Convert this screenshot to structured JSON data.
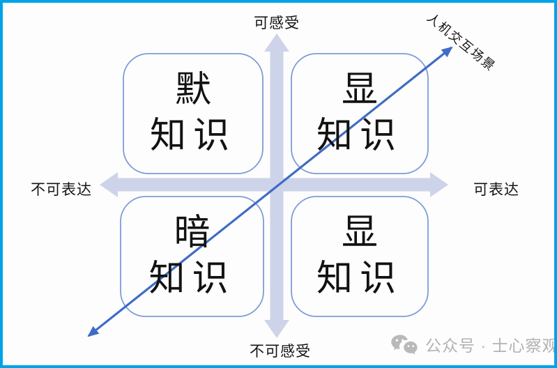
{
  "diagram": {
    "title_hint": "knowledge quadrant diagram",
    "axes": {
      "top_label": "可感受",
      "bottom_label": "不可感受",
      "left_label": "不可表达",
      "right_label": "可表达"
    },
    "quadrants": {
      "top_left": "默知识",
      "top_right": "显知识",
      "bottom_left": "暗知识",
      "bottom_right": "显知识"
    },
    "diagonal_arrow_label": "人机交互场景",
    "colors": {
      "frame_border": "#00a3e8",
      "axis_cross_arrow": "#cdd3e9",
      "quadrant_box_border": "#7f9bd8",
      "diagonal_arrow": "#3f6cc4",
      "label_text": "#141414",
      "watermark_gray": "#b2b2b2"
    }
  },
  "watermark": {
    "icon": "wechat-icon",
    "text": "公众号 · 士心察观"
  }
}
